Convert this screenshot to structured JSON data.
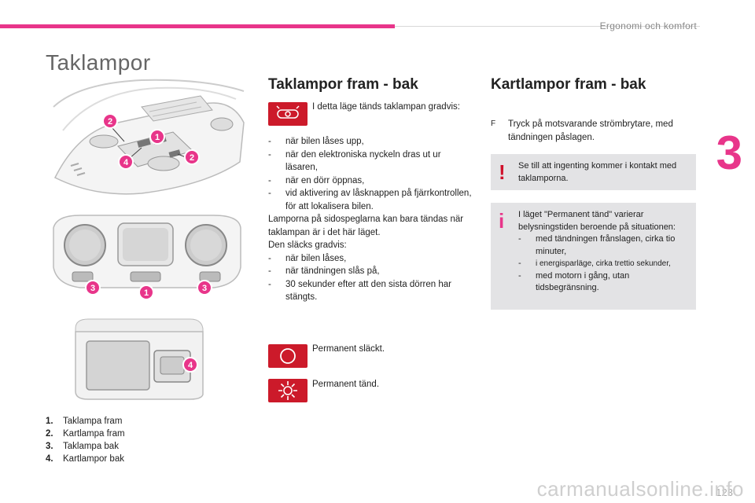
{
  "header": {
    "section": "Ergonomi och komfort",
    "chapter": "3"
  },
  "page_title": "Taklampor",
  "legend": [
    {
      "num": "1.",
      "label": "Taklampa fram"
    },
    {
      "num": "2.",
      "label": "Kartlampa fram"
    },
    {
      "num": "3.",
      "label": "Taklampa bak"
    },
    {
      "num": "4.",
      "label": "Kartlampor bak"
    }
  ],
  "illustration_callouts": {
    "fig1": [
      "2",
      "1",
      "4",
      "2"
    ],
    "fig2": [
      "3",
      "1",
      "3"
    ],
    "fig3": [
      "4"
    ]
  },
  "middle": {
    "heading": "Taklampor fram - bak",
    "door_mode_text": "I detta läge tänds taklampan gradvis:",
    "bullets": [
      "när bilen låses upp,",
      "när den elektroniska nyckeln dras ut ur läsaren,",
      "när en dörr öppnas,",
      "vid aktivering av låsknappen på fjärrkontrollen, för att lokalisera bilen."
    ],
    "para1": "Lamporna på sidospeglarna kan bara tändas när taklampan är i det här läget.",
    "para2": "Den släcks gradvis:",
    "bullets2": [
      "när bilen låses,",
      "när tändningen slås på,",
      "30 sekunder efter att den sista dörren har stängts."
    ],
    "off_text": "Permanent släckt.",
    "on_text": "Permanent tänd."
  },
  "right": {
    "heading": "Kartlampor fram - bak",
    "arrow": "F",
    "instruction": "Tryck på motsvarande strömbrytare, med tändningen påslagen.",
    "warning_mark": "!",
    "warning_text": "Se till att ingenting kommer i kontakt med taklamporna.",
    "info_mark": "i",
    "info_intro": "I läget \"Permanent tänd\" varierar belysningstiden beroende på situationen:",
    "info_bullets": [
      "med tändningen frånslagen, cirka tio minuter,",
      "i energisparläge, cirka trettio sekunder,",
      "med motorn i gång, utan tidsbegränsning."
    ]
  },
  "colors": {
    "accent": "#e8358a",
    "icon_red": "#cc1a2a",
    "notice_bg": "#e3e3e5",
    "warning": "#d0112b",
    "info": "#e8358a"
  },
  "page_number": "123",
  "watermark": "carmanualsonline.info"
}
